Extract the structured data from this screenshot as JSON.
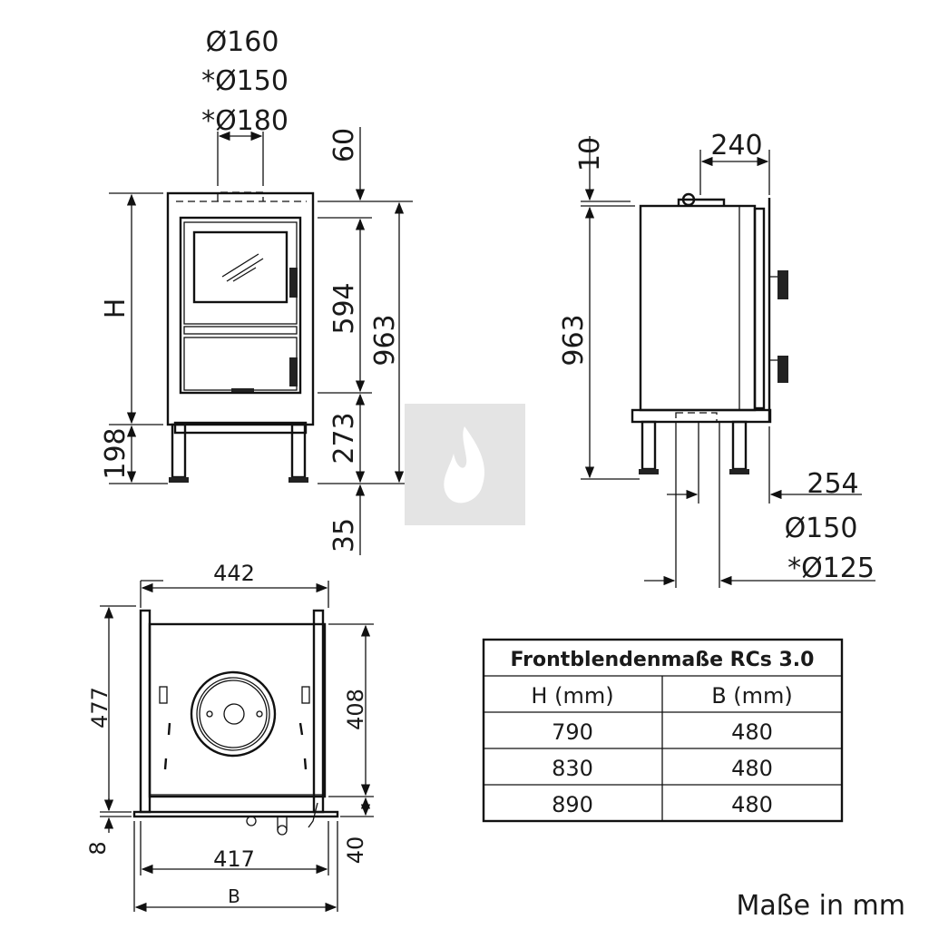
{
  "front_view": {
    "flue_diameters": [
      "Ø160",
      "*Ø150",
      "*Ø180"
    ],
    "dim_height_label": "H",
    "dim_leg": "198",
    "dim_top": "60",
    "dim_door": "594",
    "dim_lower": "273",
    "dim_foot": "35",
    "dim_total": "963"
  },
  "side_view": {
    "dim_top": "10",
    "dim_total": "963",
    "dim_depth": "240",
    "dim_rear": "254",
    "rear_flue_diameters": [
      "Ø150",
      "*Ø125"
    ]
  },
  "top_view": {
    "dim_width": "442",
    "dim_depth": "477",
    "dim_inner_depth": "408",
    "dim_front_offset": "8",
    "dim_front_depth": "40",
    "dim_inner_width": "417",
    "dim_frame_width": "B"
  },
  "table": {
    "title": "Frontblendenmaße RCs 3.0",
    "headers": [
      "H (mm)",
      "B (mm)"
    ],
    "rows": [
      [
        "790",
        "480"
      ],
      [
        "830",
        "480"
      ],
      [
        "890",
        "480"
      ]
    ]
  },
  "footer_note": "Maße in mm",
  "colors": {
    "line": "#111111",
    "watermark_bg": "#e4e4e4"
  }
}
